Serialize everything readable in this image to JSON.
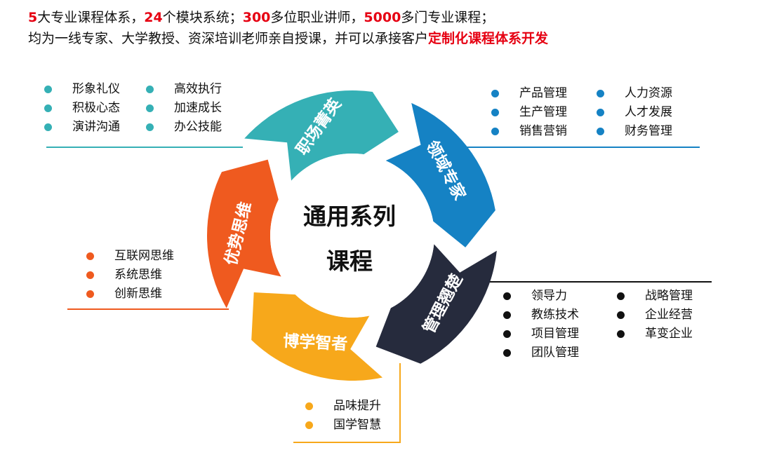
{
  "header": {
    "line1": [
      {
        "text": "5",
        "hl": true
      },
      {
        "text": "大专业课程体系，",
        "hl": false
      },
      {
        "text": "24",
        "hl": true
      },
      {
        "text": "个模块系统；",
        "hl": false
      },
      {
        "text": "300",
        "hl": true
      },
      {
        "text": "多位职业讲师，",
        "hl": false
      },
      {
        "text": "5000",
        "hl": true
      },
      {
        "text": "多门专业课程；",
        "hl": false
      }
    ],
    "line2": [
      {
        "text": "均为一线专家、大学教授、资深培训老师亲自授课，并可以承接客户",
        "hl": false
      },
      {
        "text": "定制化课程体系开发",
        "hl": true
      }
    ]
  },
  "center": {
    "line1": "通用系列",
    "line2": "课程"
  },
  "segments": [
    {
      "id": "zhichang",
      "label": "职场菁英",
      "color": "#35b0b5"
    },
    {
      "id": "lingyu",
      "label": "领域专家",
      "color": "#1582c4"
    },
    {
      "id": "guanli",
      "label": "管理翘楚",
      "color": "#262b3d"
    },
    {
      "id": "boxue",
      "label": "博学智者",
      "color": "#f7a81b"
    },
    {
      "id": "youshi",
      "label": "优势思维",
      "color": "#ef5a1f"
    }
  ],
  "groups": {
    "zhichang": {
      "color": "#35b0b5",
      "col1": [
        "形象礼仪",
        "积极心态",
        "演讲沟通"
      ],
      "col2": [
        "高效执行",
        "加速成长",
        "办公技能"
      ]
    },
    "lingyu": {
      "color": "#1582c4",
      "col1": [
        "产品管理",
        "生产管理",
        "销售营销"
      ],
      "col2": [
        "人力资源",
        "人才发展",
        "财务管理"
      ]
    },
    "guanli": {
      "color": "#111111",
      "col1": [
        "领导力",
        "教练技术",
        "项目管理",
        "团队管理"
      ],
      "col2": [
        "战略管理",
        "企业经营",
        "革变企业"
      ]
    },
    "youshi": {
      "color": "#ef5a1f",
      "col1": [
        "互联网思维",
        "系统思维",
        "创新思维"
      ]
    },
    "boxue": {
      "color": "#f7a81b",
      "col1": [
        "品味提升",
        "国学智慧"
      ]
    }
  }
}
